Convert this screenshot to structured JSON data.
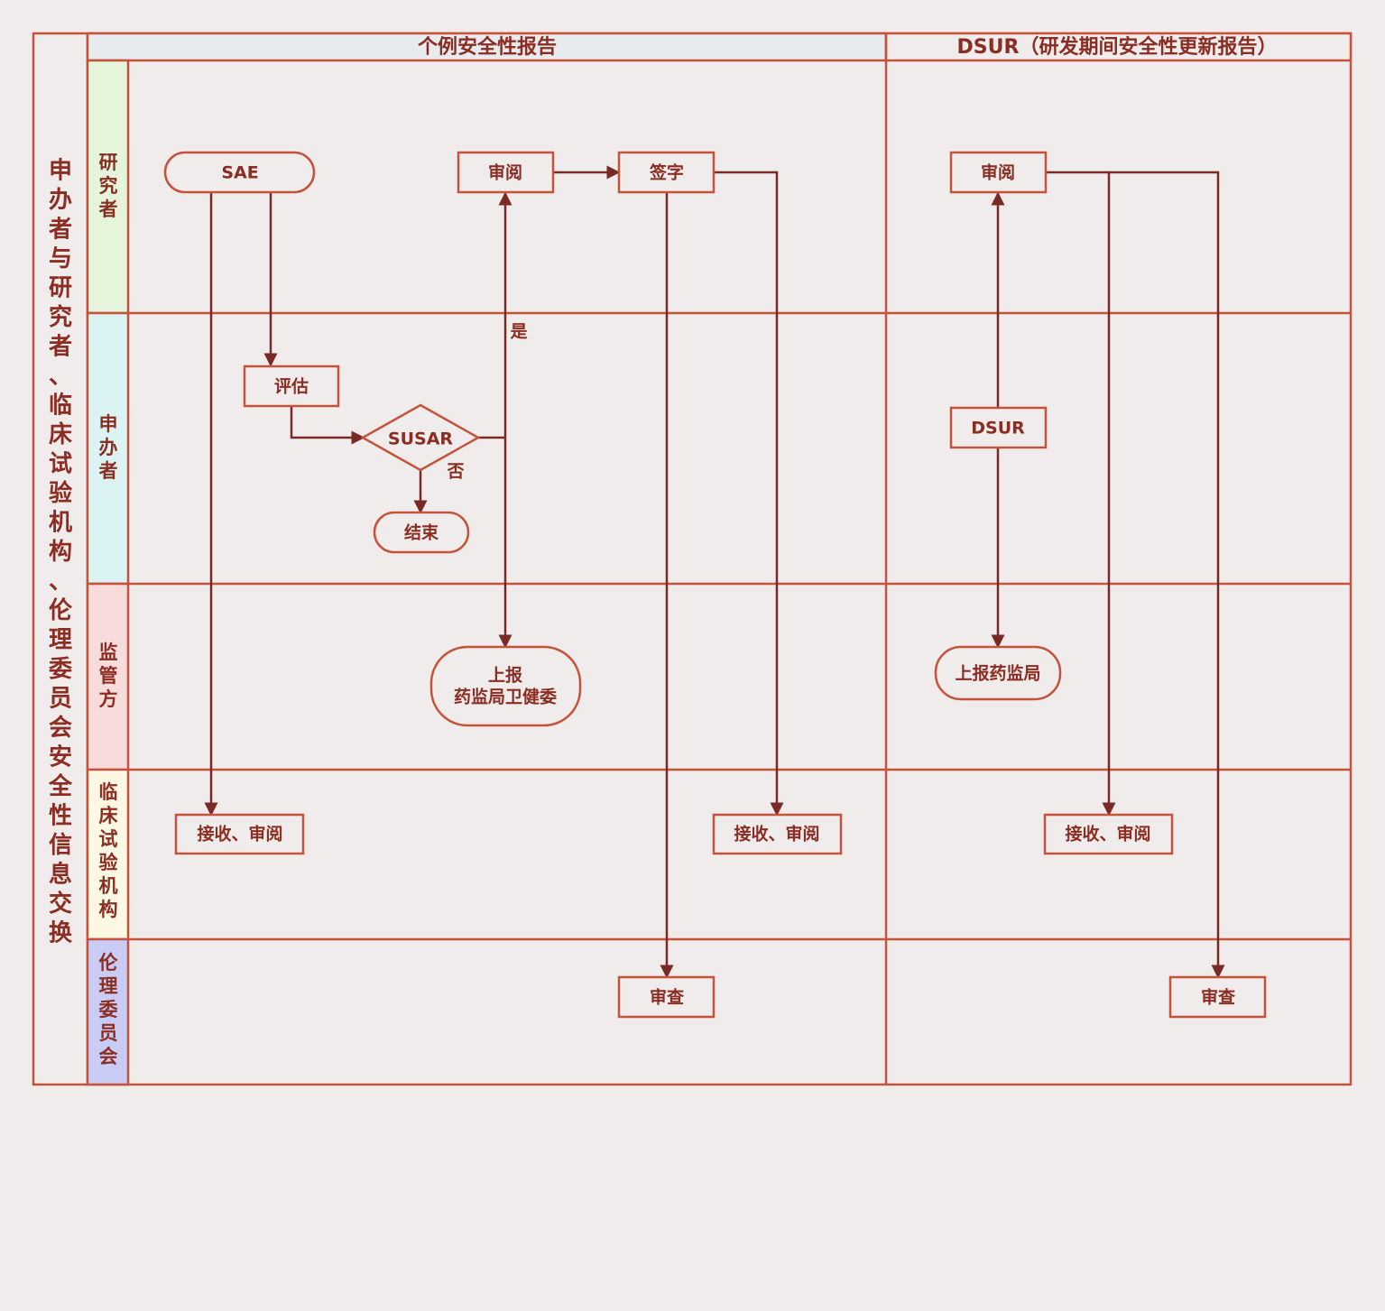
{
  "title_vertical": "申办者与研究者、临床试验机构、伦理委员会安全性信息交换",
  "columns": {
    "left": "个例安全性报告",
    "right": "DSUR（研发期间安全性更新报告）"
  },
  "lanes": {
    "investigator": "研究者",
    "sponsor": "申办者",
    "regulator": "监管方",
    "institution": "临床试验机构",
    "ethics": "伦理委员会"
  },
  "nodes": {
    "sae": "SAE",
    "review1": "审阅",
    "sign": "签字",
    "review_dsur": "审阅",
    "assess": "评估",
    "susar": "SUSAR",
    "end": "结束",
    "dsur": "DSUR",
    "report_line1": "上报",
    "report_line2": "药监局卫健委",
    "report_nmpa": "上报药监局",
    "receive1": "接收、审阅",
    "receive2": "接收、审阅",
    "receive3": "接收、审阅",
    "audit1": "审查",
    "audit2": "审查"
  },
  "edge_labels": {
    "yes": "是",
    "no": "否"
  },
  "colors": {
    "border": "#c5523b",
    "arrow": "#7a2a24",
    "text": "#8b2d22",
    "background": "#f0ecec",
    "header_fill": "#e8ebee",
    "lane_investigator": "#e4f5dc",
    "lane_sponsor": "#dcf3f3",
    "lane_regulator": "#f8dcdc",
    "lane_institution": "#fdf8e4",
    "lane_ethics": "#c9cdf5"
  }
}
